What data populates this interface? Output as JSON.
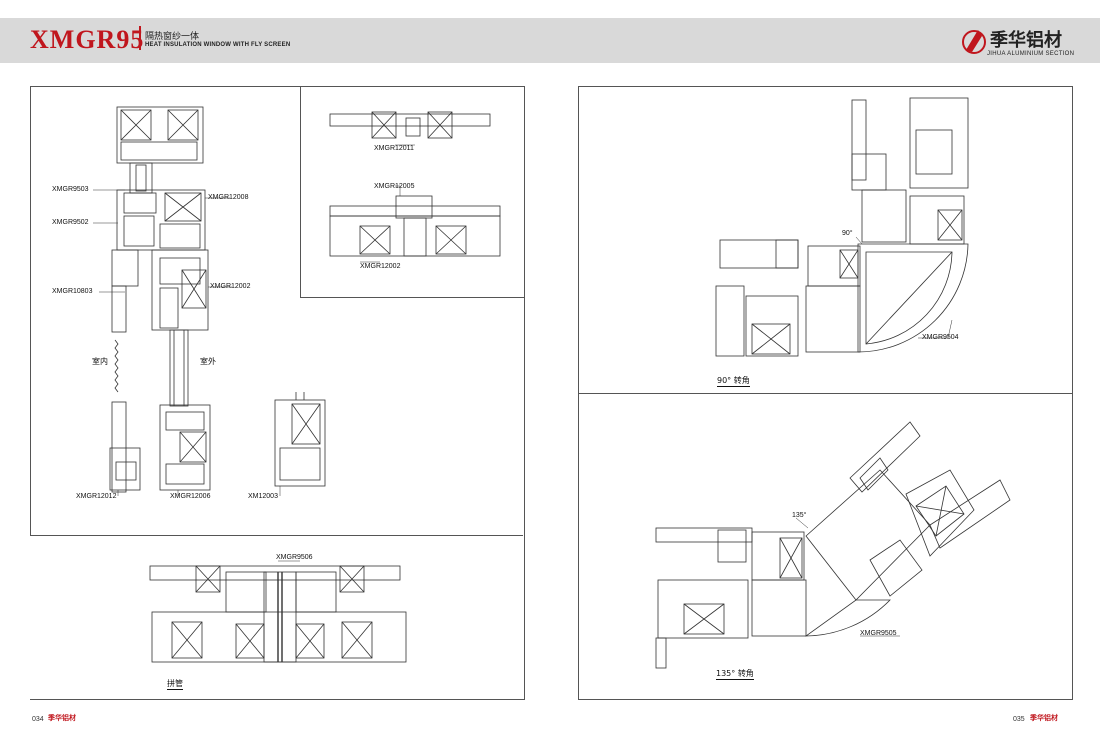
{
  "header": {
    "model": "XMGR95",
    "subtitle_cn": "隔热窗纱一体",
    "subtitle_en": "HEAT INSULATION WINDOW WITH FLY SCREEN",
    "brand_cn": "季华铝材",
    "brand_en": "JIHUA ALUMINIUM SECTION"
  },
  "left_page": {
    "labels": {
      "xmgr9503": "XMGR9503",
      "xmgr9502": "XMGR9502",
      "xmgr12008": "XMGR12008",
      "xmgr10803": "XMGR10803",
      "xmgr12002a": "XMGR12002",
      "indoor": "室内",
      "outdoor": "室外",
      "xmgr12012": "XMGR12012",
      "xmgr12006": "XMGR12006",
      "xm12003": "XM12003",
      "xmgr12011": "XMGR12011",
      "xmgr12005": "XMGR12005",
      "xmgr12002b": "XMGR12002",
      "xmgr9506": "XMGR9506",
      "mullion_caption": "拼管"
    },
    "page_number": "034",
    "footer_brand": "季华铝材"
  },
  "right_page": {
    "labels": {
      "angle90": "90°",
      "xmgr9504": "XMGR9504",
      "caption90": "90° 转角",
      "angle135": "135°",
      "xmgr9505": "XMGR9505",
      "caption135": "135° 转角"
    },
    "page_number": "035",
    "footer_brand": "季华铝材"
  },
  "colors": {
    "accent": "#c0161d",
    "header_bg": "#d9d9d9",
    "line": "#333333"
  }
}
